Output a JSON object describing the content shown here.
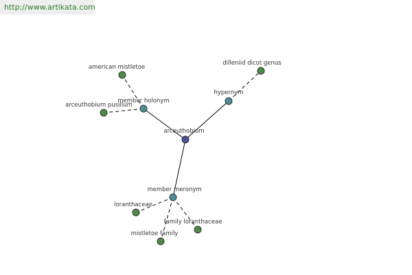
{
  "header": {
    "url": "http://www.artikata.com"
  },
  "colors": {
    "center": "#4b4f9e",
    "relation": "#4e8f98",
    "leaf": "#4f8a48"
  },
  "graph": {
    "nodes": [
      {
        "id": "arceuthobium",
        "label": "arceuthobium",
        "kind": "center"
      },
      {
        "id": "hypernym",
        "label": "hypernym",
        "kind": "relation"
      },
      {
        "id": "member-holonym",
        "label": "member holonym",
        "kind": "relation"
      },
      {
        "id": "member-meronym",
        "label": "member meronym",
        "kind": "relation"
      },
      {
        "id": "dilleniid-dicot-genus",
        "label": "dilleniid dicot genus",
        "kind": "leaf"
      },
      {
        "id": "american-mistletoe",
        "label": "american mistletoe",
        "kind": "leaf"
      },
      {
        "id": "arceuthobium-pusillum",
        "label": "arceuthobium pusillum",
        "kind": "leaf"
      },
      {
        "id": "loranthaceae",
        "label": "loranthaceae",
        "kind": "leaf"
      },
      {
        "id": "family-loranthaceae",
        "label": "family loranthaceae",
        "kind": "leaf"
      },
      {
        "id": "mistletoe-family",
        "label": "mistletoe family",
        "kind": "leaf"
      }
    ],
    "edges": [
      {
        "from": "arceuthobium",
        "to": "hypernym",
        "style": "solid"
      },
      {
        "from": "arceuthobium",
        "to": "member-holonym",
        "style": "solid"
      },
      {
        "from": "arceuthobium",
        "to": "member-meronym",
        "style": "solid"
      },
      {
        "from": "hypernym",
        "to": "dilleniid-dicot-genus",
        "style": "dashed"
      },
      {
        "from": "member-holonym",
        "to": "american-mistletoe",
        "style": "dashed"
      },
      {
        "from": "member-holonym",
        "to": "arceuthobium-pusillum",
        "style": "dashed"
      },
      {
        "from": "member-meronym",
        "to": "loranthaceae",
        "style": "dashed"
      },
      {
        "from": "member-meronym",
        "to": "family-loranthaceae",
        "style": "dashed"
      },
      {
        "from": "member-meronym",
        "to": "mistletoe-family",
        "style": "dashed"
      }
    ]
  }
}
